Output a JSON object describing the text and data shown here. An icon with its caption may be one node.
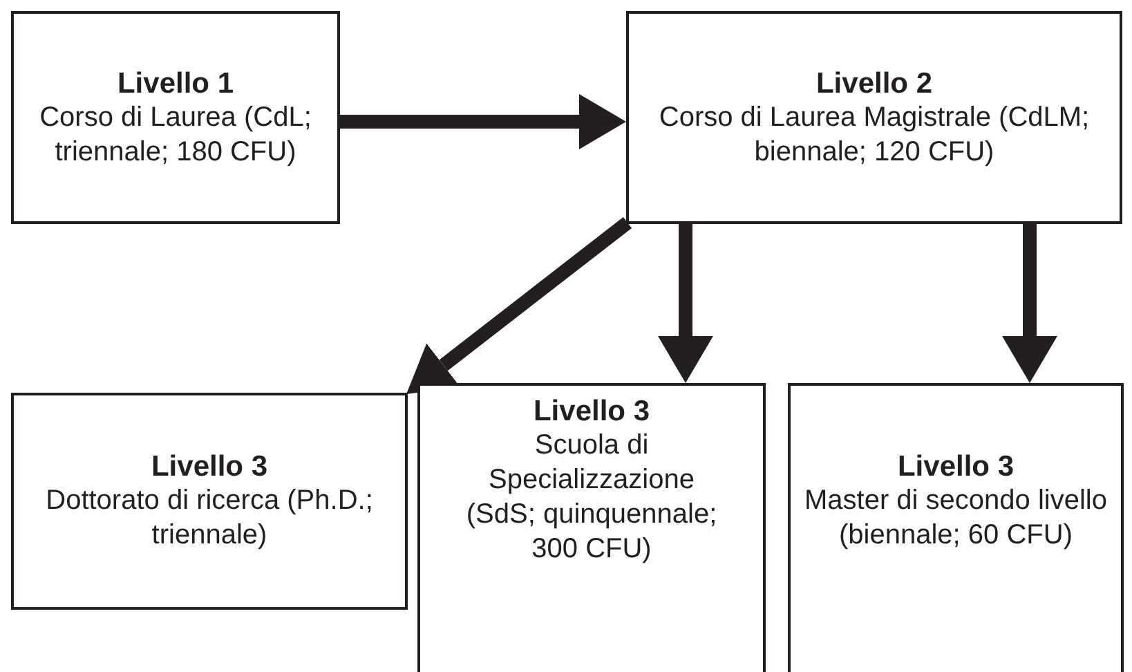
{
  "diagram": {
    "nodes": [
      {
        "text": [
          "Livello 1",
          "Corso di Laurea (CdL; triennale; 180 CFU)"
        ]
      },
      {
        "text": [
          "Livello 2",
          "Corso di Laurea Magistrale (CdLM; biennale; 120 CFU)"
        ]
      },
      {
        "text": [
          "Livello 3",
          "Dottorato di ricerca (Ph.D.; triennale)"
        ]
      },
      {
        "text": [
          "Livello 3",
          "Scuola di Specializzazione (SdS; quinquennale; 300 CFU)"
        ]
      },
      {
        "text": [
          "Livello 3",
          "Master di secondo livello (biennale; 60 CFU)"
        ]
      }
    ],
    "edges": [
      {
        "from": 0,
        "to": 1,
        "arrow": "to"
      },
      {
        "from": 1,
        "to": 2,
        "arrow": "to"
      },
      {
        "from": 1,
        "to": 3,
        "arrow": "to"
      },
      {
        "from": 1,
        "to": 4,
        "arrow": "to"
      }
    ]
  }
}
